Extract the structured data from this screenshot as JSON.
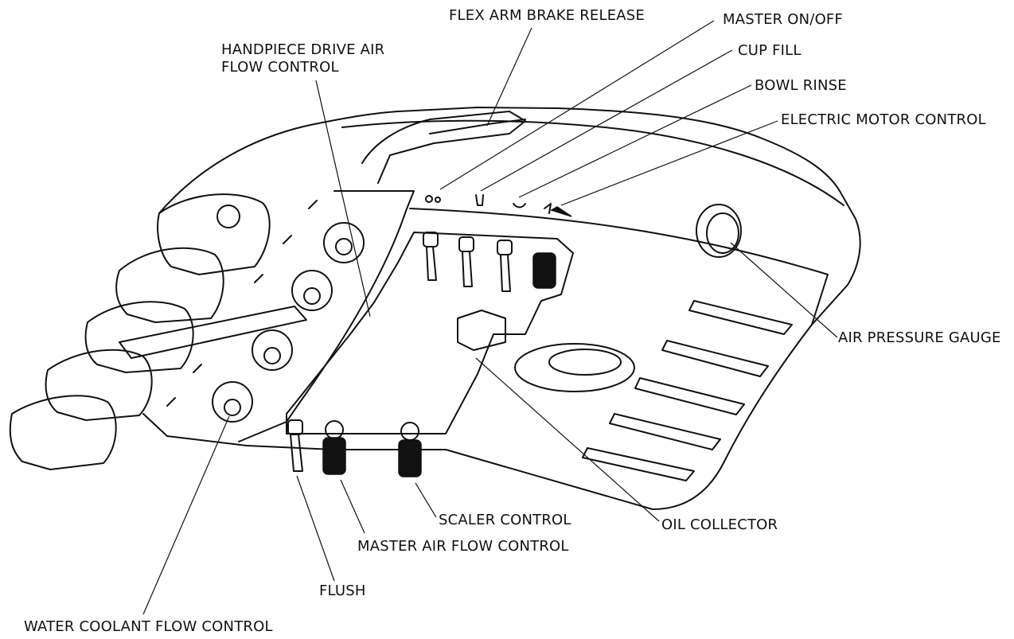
{
  "labels": {
    "flex_arm_brake_release": "FLEX ARM BRAKE RELEASE",
    "handpiece_drive_line1": "HANDPIECE DRIVE AIR",
    "handpiece_drive_line2": "FLOW CONTROL",
    "master_on_off": "MASTER ON/OFF",
    "cup_fill": "CUP FILL",
    "bowl_rinse": "BOWL RINSE",
    "electric_motor_control": "ELECTRIC MOTOR CONTROL",
    "air_pressure_gauge": "AIR PRESSURE GAUGE",
    "oil_collector": "OIL COLLECTOR",
    "scaler_control": "SCALER CONTROL",
    "master_air_flow_control": "MASTER AIR FLOW CONTROL",
    "flush": "FLUSH",
    "water_coolant_flow_control": "WATER COOLANT FLOW CONTROL"
  },
  "colors": {
    "line": "#111111",
    "fill": "#ffffff",
    "dark": "#111111"
  }
}
